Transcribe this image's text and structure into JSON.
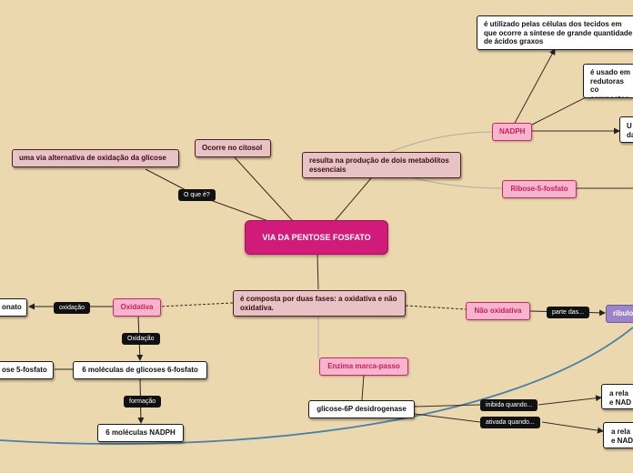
{
  "map": {
    "central": "VIA DA PENTOSE FOSFATO",
    "alt_route": "uma via alternativa de oxidação da glicose",
    "cytosol": "Ocorre no citosol",
    "metabolites": "resulta na produção de dois metabólitos essenciais",
    "phases": "é composta por duas fases: a oxidativa e não oxidativa.",
    "nadph": "NADPH",
    "ribose5p": "Ribose-5-fosfato",
    "nadph_use1": "é utilizado pelas células dos tecidos em que ocorre a síntese de grande quantidade de ácidos graxos",
    "nadph_use2": "é usado em redutoras co compostos e",
    "nadph_use3_a": "U",
    "nadph_use3_b": "da",
    "oxidative": "Oxidativa",
    "nonoxidative": "Não oxidativa",
    "ribulose": "ribulo",
    "enzyme": "Enzima marca-passo",
    "g6pd": "glicose-6P desidrogenase",
    "six_glucose": "6 moléculas de glicoses 6-fosfato",
    "six_nadph": "6 moléculas NADPH",
    "left_onato": "onato",
    "left_ribose": "ose 5-fosfato",
    "rel1_a": "a rela",
    "rel1_b": "e NAD",
    "rel2_a": "a rela",
    "rel2_b": "e NAD"
  },
  "labels": {
    "what_is": "O que é?",
    "oxidation_small": "oxidação",
    "oxidation": "Oxidação",
    "formation": "formação",
    "part_of": "parte das...",
    "inhibited": "inibida quando...",
    "activated": "ativada quando..."
  }
}
